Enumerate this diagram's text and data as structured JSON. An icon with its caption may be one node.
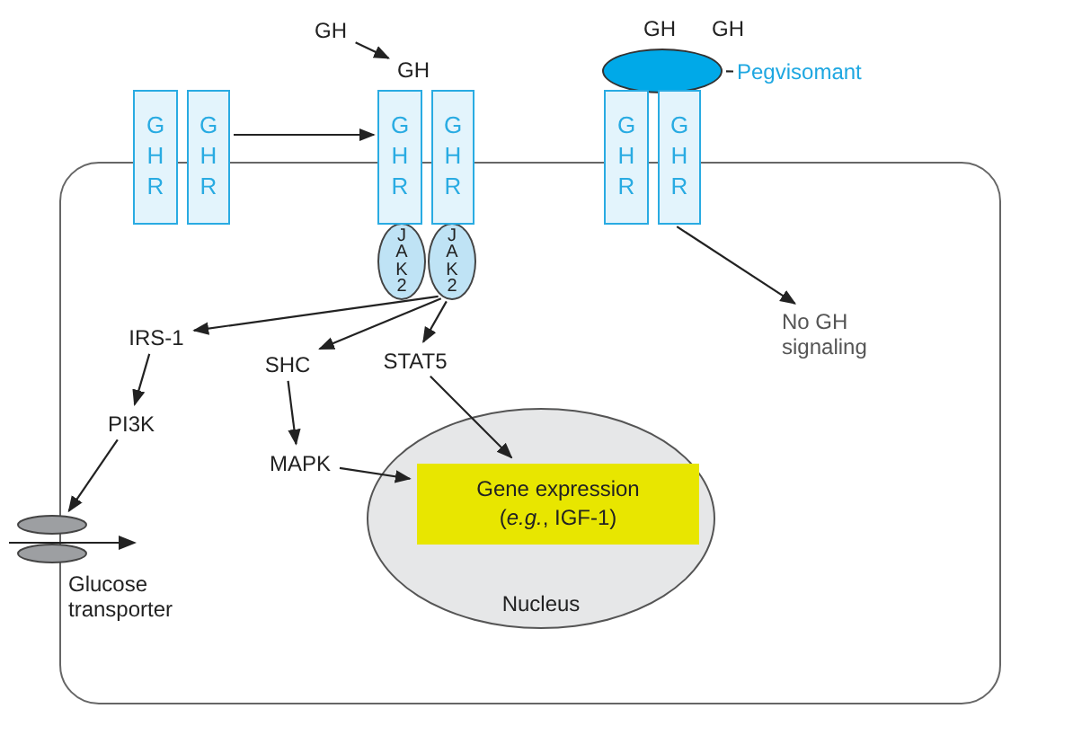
{
  "diagram": {
    "nodes": [
      {
        "text": [],
        "shape": "box"
      },
      {
        "text": [
          "GHR"
        ]
      },
      {
        "text": [
          "GHR"
        ]
      },
      {
        "text": [
          "GH"
        ]
      },
      {
        "text": [
          "GH"
        ]
      },
      {
        "text": [
          "GHR"
        ]
      },
      {
        "text": [
          "GHR"
        ]
      },
      {
        "text": [
          "JAK2"
        ],
        "in": 0
      },
      {
        "text": [
          "JAK2"
        ],
        "in": 0
      },
      {
        "text": [
          "GH"
        ]
      },
      {
        "text": [
          "GH"
        ]
      },
      {
        "text": [],
        "shape": "ellipse"
      },
      {
        "text": [
          "Pegvisomant"
        ]
      },
      {
        "text": [
          "GHR"
        ]
      },
      {
        "text": [
          "GHR"
        ]
      },
      {
        "text": [
          "No GH signaling"
        ],
        "in": 0
      },
      {
        "text": [
          "IRS-1"
        ],
        "in": 0
      },
      {
        "text": [
          "SHC"
        ],
        "in": 0
      },
      {
        "text": [
          "STAT5"
        ],
        "in": 0
      },
      {
        "text": [
          "PI3K"
        ],
        "in": 0
      },
      {
        "text": [
          "MAPK"
        ],
        "in": 0
      },
      {
        "text": [
          "Nucleus"
        ],
        "in": 0
      },
      {
        "text": [
          "Gene expression (*e.g.*, IGF-1)"
        ],
        "in": 21
      },
      {
        "text": [
          "Glucose transporter"
        ]
      }
    ],
    "edges": [
      {
        "from": 3,
        "to": 4,
        "arrow": "to"
      },
      {
        "from": 2,
        "to": 5,
        "arrow": "to"
      },
      {
        "from": 12,
        "to": 11,
        "arrow": "none"
      },
      {
        "from": 14,
        "to": 15,
        "arrow": "to"
      },
      {
        "from": 8,
        "to": 16,
        "arrow": "to"
      },
      {
        "from": 8,
        "to": 17,
        "arrow": "to"
      },
      {
        "from": 8,
        "to": 18,
        "arrow": "to"
      },
      {
        "from": 16,
        "to": 19,
        "arrow": "to"
      },
      {
        "from": 19,
        "to": 23,
        "arrow": "to"
      },
      {
        "from": 17,
        "to": 20,
        "arrow": "to"
      },
      {
        "from": 20,
        "to": 22,
        "arrow": "to"
      },
      {
        "from": 18,
        "to": 22,
        "arrow": "to"
      }
    ]
  }
}
